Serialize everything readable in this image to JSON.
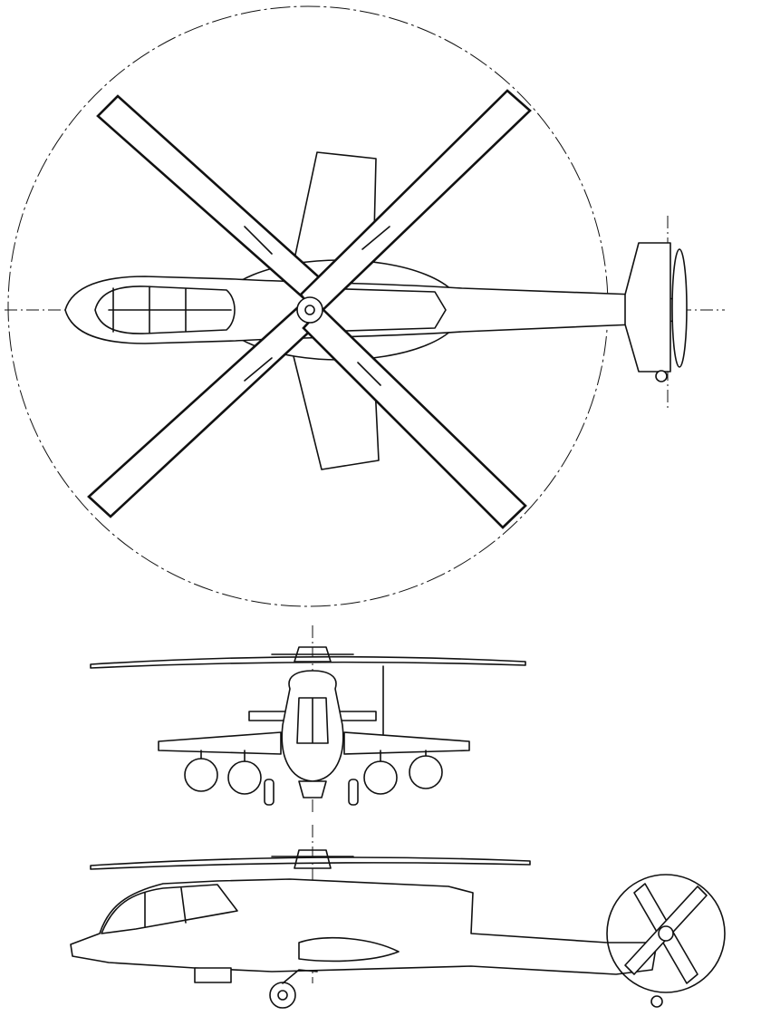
{
  "drawing": {
    "views": [
      "top",
      "front",
      "side"
    ],
    "line_color": "#111111",
    "background_color": "#ffffff"
  }
}
